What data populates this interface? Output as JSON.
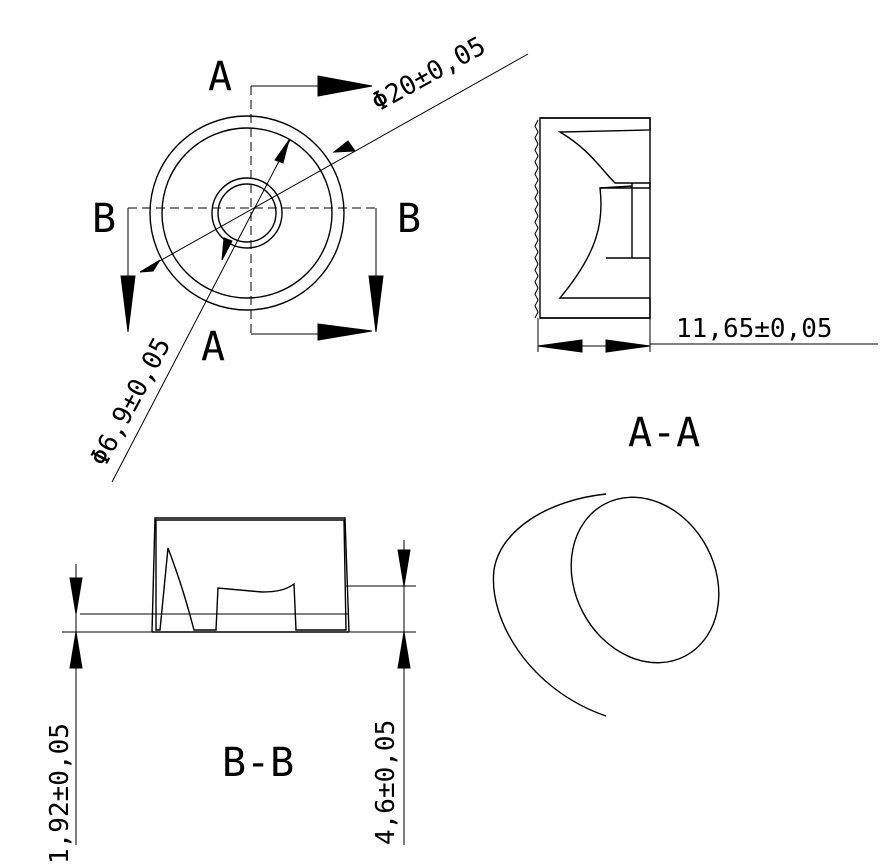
{
  "dimensions": {
    "outer_diameter": "Φ20±0,05",
    "inner_diameter": "Φ6,9±0,05",
    "length": "11,65±0,05",
    "offset_small": "1,92±0,05",
    "offset_large": "4,6±0,05"
  },
  "section_markers": {
    "a_top": "A",
    "a_bottom": "A",
    "b_left": "B",
    "b_right": "B"
  },
  "section_titles": {
    "aa": "A-A",
    "bb": "B-B"
  },
  "colors": {
    "line": "#000000",
    "background": "#ffffff"
  }
}
